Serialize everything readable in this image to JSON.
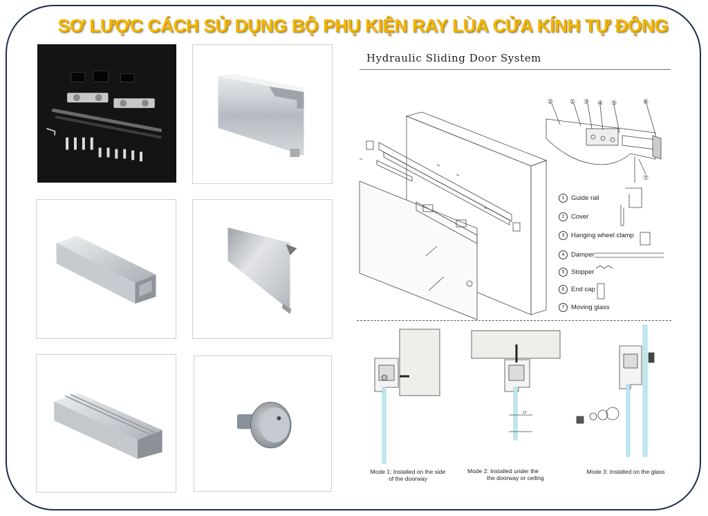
{
  "banner_title": "SƠ LƯỢC CÁCH SỬ DỤNG BỘ PHỤ KIỆN RAY LÙA CỬA KÍNH TỰ ĐỘNG",
  "diagram": {
    "title": "Hydraulic Sliding Door System",
    "callout_numbers": [
      "②",
      "①",
      "③",
      "④",
      "⑤",
      "⑥",
      "⑦"
    ],
    "legend": [
      {
        "num": "1",
        "label": "Guide rail"
      },
      {
        "num": "2",
        "label": "Cover"
      },
      {
        "num": "3",
        "label": "Hanging wheel clamp"
      },
      {
        "num": "4",
        "label": "Damper"
      },
      {
        "num": "5",
        "label": "Stopper"
      },
      {
        "num": "6",
        "label": "End cap"
      },
      {
        "num": "7",
        "label": "Moving glass"
      }
    ],
    "modes": [
      {
        "line1": "Mode 1: Installed on the side",
        "line2": "of the doorway"
      },
      {
        "line1": "Mode 2: Installed under the",
        "line2": "the doorway or ceiling"
      },
      {
        "line1": "Mode 3: Installed on the  glass",
        "line2": ""
      }
    ],
    "dimension_label": "10"
  },
  "colors": {
    "title_yellow": "#f2b705",
    "frame_navy": "#1b2c4a",
    "aluminum": "#c9ccd1",
    "glass": "#bfe9f2"
  }
}
